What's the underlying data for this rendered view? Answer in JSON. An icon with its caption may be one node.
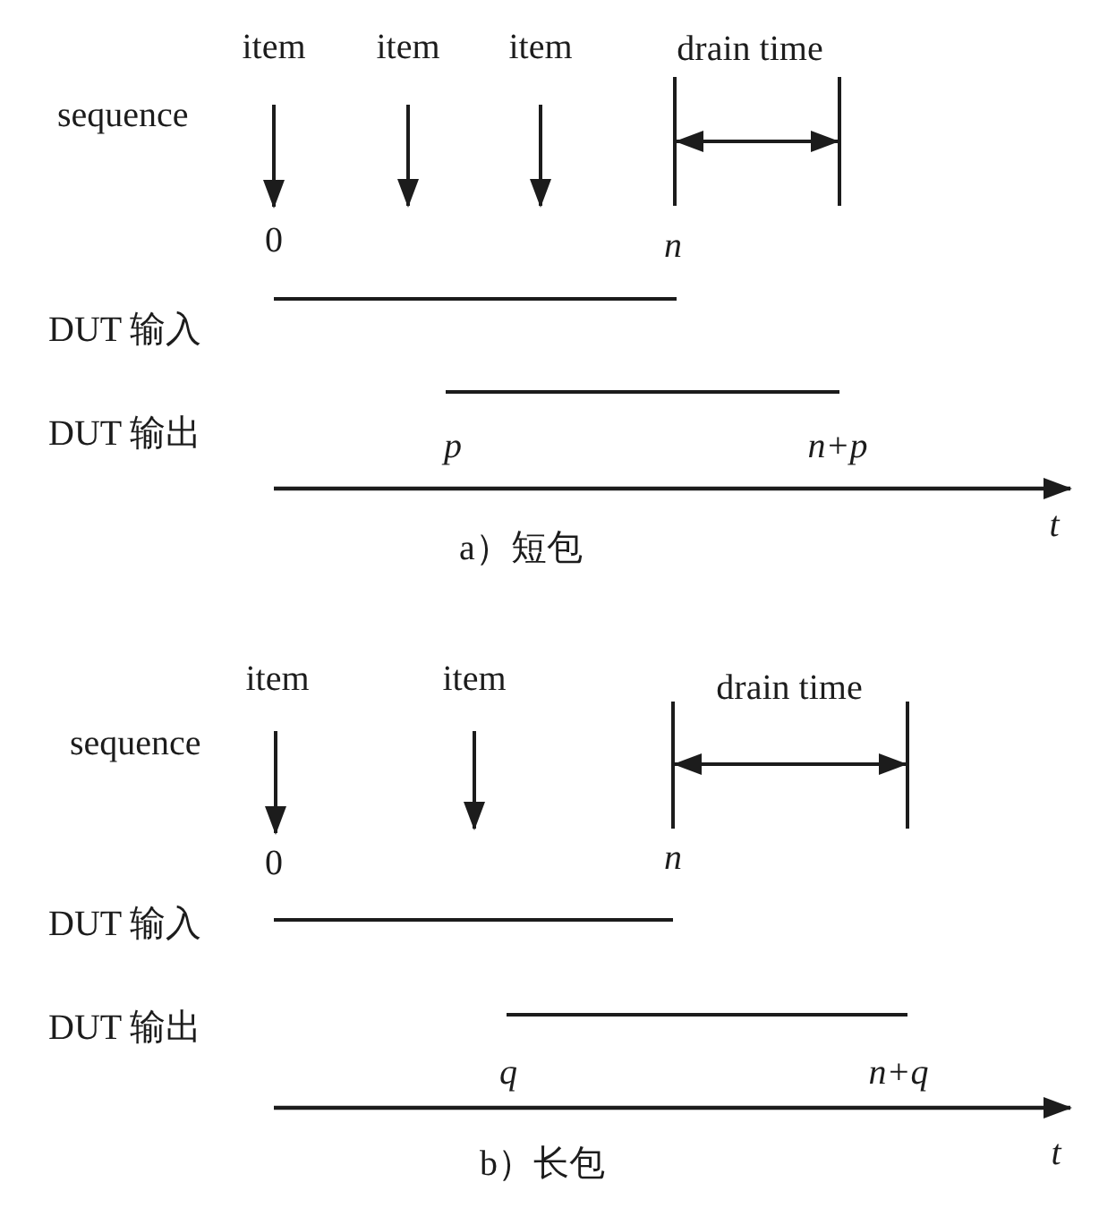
{
  "diagram": {
    "nodes": [
      {
        "text": [
          "item"
        ]
      },
      {
        "text": [
          "item"
        ]
      },
      {
        "text": [
          "item"
        ]
      },
      {
        "text": [
          "0"
        ]
      },
      {
        "text": [
          "item"
        ]
      },
      {
        "text": [
          "item"
        ]
      },
      {
        "text": [
          "0"
        ]
      }
    ],
    "edges": [
      {
        "from": 0,
        "to": 3,
        "arrow": "to"
      },
      {
        "from": 1,
        "to": null,
        "arrow": "to"
      },
      {
        "from": 2,
        "to": null,
        "arrow": "to"
      },
      {
        "from": 4,
        "to": 6,
        "arrow": "to"
      },
      {
        "from": 5,
        "to": null,
        "arrow": "to"
      }
    ],
    "labels": [
      "drain time",
      "sequence",
      "n",
      "DUT 输入",
      "DUT 输出",
      "p",
      "n+p",
      "t",
      "a）短包",
      "drain time",
      "sequence",
      "n",
      "DUT 输入",
      "DUT 输出",
      "q",
      "n+q",
      "t",
      "b）长包"
    ]
  }
}
